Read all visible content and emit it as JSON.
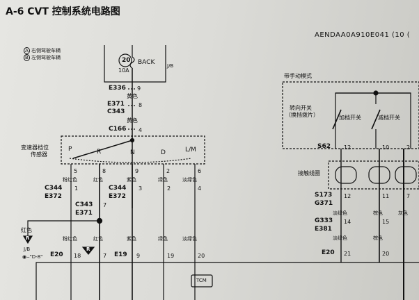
{
  "title": "A-6 CVT 控制系统电路图",
  "doc_code": "AENDAA0A910E041 (10 (",
  "legend": [
    {
      "mark": "A",
      "text": "右侧驾驶车辆"
    },
    {
      "mark": "B",
      "text": "左侧驾驶车辆"
    }
  ],
  "fuse": {
    "number": "20",
    "amp": "10A",
    "name": "BACK",
    "box": "J/B"
  },
  "left": {
    "e336": "E336",
    "e336_pin": "9",
    "wire_yellow_1": "黄色",
    "e371": "E371",
    "e371_pin": "8",
    "c343": "C343",
    "wire_yellow_2": "黄色",
    "c166": "C166",
    "c166_pin": "4",
    "sensor_name_1": "变速器档位",
    "sensor_name_2": "传感器",
    "pos_p": "P",
    "pos_r": "R",
    "pos_n": "N",
    "pos_d": "D",
    "pos_lm": "L/M",
    "pins_top": [
      "5",
      "8",
      "9",
      "2",
      "6"
    ],
    "wires_top": [
      "粉红色",
      "红色",
      "紫色",
      "绿色",
      "淡绿色"
    ],
    "c344_a": "C344",
    "e372_a": "E372",
    "pin_c344_a": "1",
    "c344_b": "C344",
    "e372_b": "E372",
    "pin_c344_b_1": "3",
    "pin_c344_b_2": "2",
    "pin_c344_b_3": "4",
    "c343_b": "C343",
    "e371_b": "E371",
    "pin_c343_b": "7",
    "side_wire": "红色",
    "side_r": "R",
    "side_jb": "J/B",
    "side_ref": "\"D-8\"",
    "wires_bottom": [
      "粉红色",
      "红色",
      "紫色",
      "绿色",
      "淡绿色"
    ],
    "mid_r": "R",
    "e20": "E20",
    "e20_pins": [
      "18",
      "7"
    ],
    "e19": "E19",
    "e19_pins": [
      "9",
      "19",
      "20"
    ],
    "tcm": "TCM"
  },
  "right": {
    "mode_label": "带手动模式",
    "switch_name_1": "转向开关",
    "switch_name_2": "（换挡拨片）",
    "up_switch": "加档开关",
    "down_switch": "减档开关",
    "s62": "S62",
    "s62_pins": [
      "12",
      "10",
      "2"
    ],
    "coil": "接触线圈",
    "s173": "S173",
    "g371": "G371",
    "s173_pins": [
      "12",
      "11",
      "7"
    ],
    "wires_1": [
      "淡绿色",
      "棕色",
      "灰色"
    ],
    "g333": "G333",
    "e381": "E381",
    "g333_pins": [
      "14",
      "15"
    ],
    "wires_2": [
      "淡绿色",
      "棕色"
    ],
    "e20": "E20",
    "e20_pins": [
      "21",
      "20"
    ]
  }
}
